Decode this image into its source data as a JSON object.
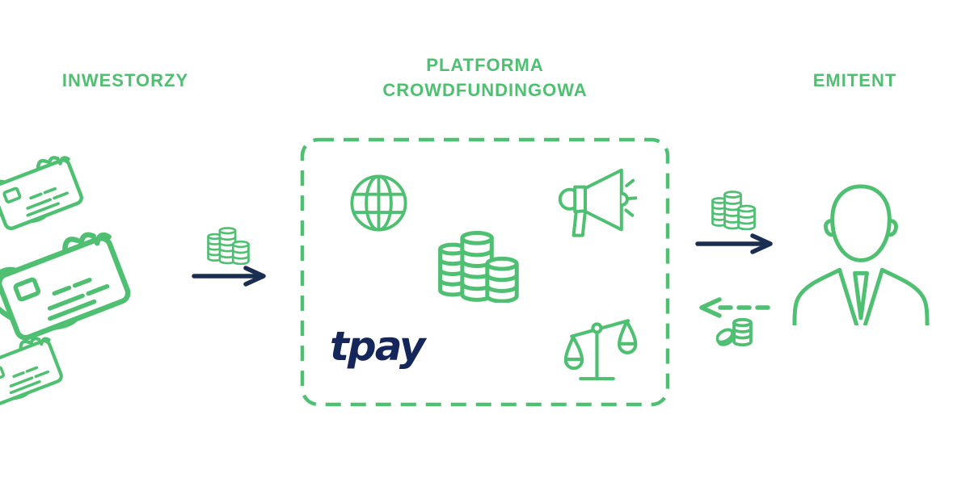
{
  "colors": {
    "green": "#4fbf72",
    "navy": "#1b2e52",
    "logo_navy": "#15265a",
    "background": "#ffffff"
  },
  "groups": {
    "investors": {
      "label": "INWESTORZY",
      "icons": [
        "hand-credit-card-icon",
        "hand-credit-card-icon",
        "hand-credit-card-icon"
      ]
    },
    "platform": {
      "label_line1": "PLATFORMA",
      "label_line2": "CROWDFUNDINGOWA",
      "logo_text": "tpay",
      "box_style": "dashed-rounded",
      "icons": [
        "globe-icon",
        "coin-stacks-icon",
        "megaphone-icon",
        "scales-icon"
      ]
    },
    "issuer": {
      "label": "EMITENT",
      "icons": [
        "businessman-icon"
      ]
    }
  },
  "flows": [
    {
      "id": "investment",
      "from": "investors",
      "to": "platform",
      "line": "solid",
      "color": "navy",
      "icon": "coin-stacks-icon"
    },
    {
      "id": "transfer",
      "from": "platform",
      "to": "issuer",
      "line": "solid",
      "color": "navy",
      "icon": "coin-stacks-icon"
    },
    {
      "id": "return",
      "from": "issuer",
      "to": "platform",
      "line": "dashed",
      "color": "green",
      "icon": "small-coins-icon"
    }
  ]
}
